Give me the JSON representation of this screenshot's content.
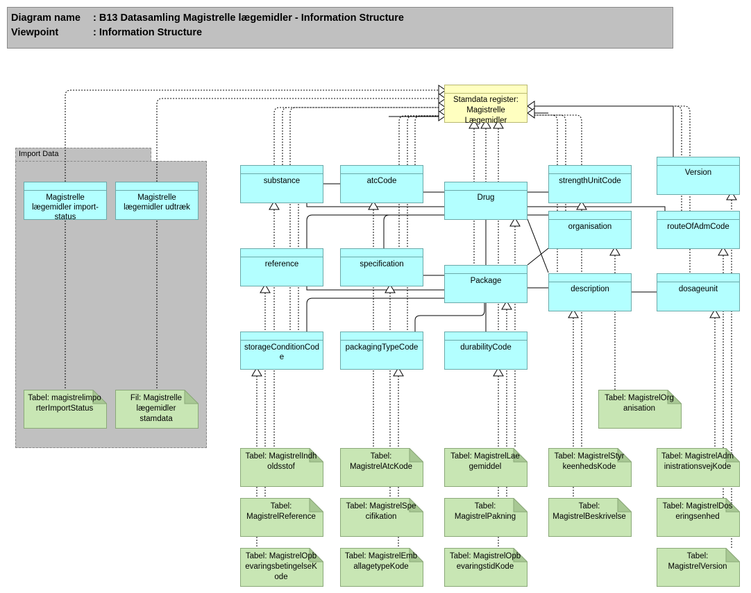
{
  "header": {
    "diagram_name_label": "Diagram name",
    "diagram_name_value": ": B13 Datasamling Magistrelle lægemidler - Information Structure",
    "viewpoint_label": "Viewpoint",
    "viewpoint_value": ": Information Structure"
  },
  "group": {
    "label": "Import Data"
  },
  "register": {
    "label": "Stamdata register: Magistrelle Lægemidler"
  },
  "colors": {
    "entity_fill": "#b3ffff",
    "register_fill": "#ffffc0",
    "note_fill": "#c8e6b4",
    "group_fill": "#c0c0c0"
  },
  "entities": {
    "import_status": "Magistrelle lægemidler import-status",
    "udtraek": "Magistrelle lægemidler udtræk",
    "substance": "substance",
    "atcCode": "atcCode",
    "drug": "Drug",
    "strengthUnitCode": "strengthUnitCode",
    "version": "Version",
    "organisation": "organisation",
    "routeOfAdmCode": "routeOfAdmCode",
    "reference": "reference",
    "specification": "specification",
    "package": "Package",
    "description": "description",
    "dosageunit": "dosageunit",
    "storageConditionCode": "storageConditionCode",
    "packagingTypeCode": "packagingTypeCode",
    "durabilityCode": "durabilityCode"
  },
  "notes": {
    "importstatus": "Tabel: magistrelimporterImportStatus",
    "stamdata": "Fil: Magistrelle lægemidler stamdata",
    "indholdsstof": "Tabel: MagistrelIndholdsstof",
    "atckode": "Tabel: MagistrelAtcKode",
    "laegemiddel": "Tabel: MagistrelLaegemiddel",
    "styrkeenhedskode": "Tabel: MagistrelStyrkeenhedsKode",
    "administrationsvejkode": "Tabel: MagistrelAdministrationsvejKode",
    "reference": "Tabel: MagistrelReference",
    "specifikation": "Tabel: MagistrelSpecifikation",
    "pakning": "Tabel: MagistrelPakning",
    "beskrivelse": "Tabel: MagistrelBeskrivelse",
    "doseringsenhed": "Tabel: MagistrelDoseringsenhed",
    "opbevaringsbetingelse": "Tabel: MagistrelOpbevaringsbetingelseKode",
    "emballagetype": "Tabel: MagistrelEmballagetypeKode",
    "opbevaringstid": "Tabel: MagistrelOpbevaringstidKode",
    "organisation": "Tabel: MagistrelOrganisation",
    "version": "Tabel: MagistrelVersion"
  }
}
